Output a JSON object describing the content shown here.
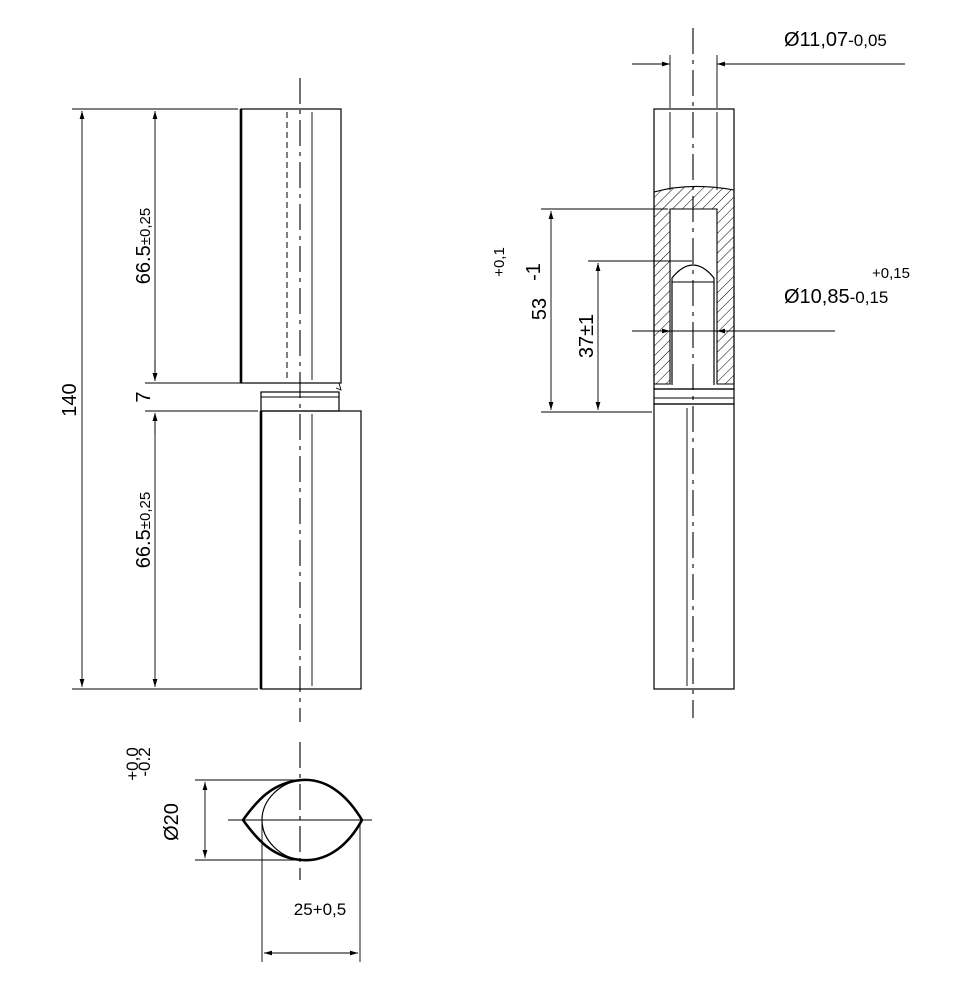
{
  "dimensions": {
    "total_length": "140",
    "upper_length": "66.5",
    "upper_tol": "±0,25",
    "gap": "7",
    "lower_length": "66.5",
    "lower_tol": "±0,25",
    "bore_depth": "53",
    "bore_depth_tol_upper": "+0,1",
    "bore_depth_tol_lower": "-1",
    "pin_depth": "37±1",
    "top_diameter": "Ø11,07",
    "top_diameter_tol": "-0,05",
    "bore_diameter": "Ø10,85",
    "bore_diameter_tol_upper": "+0,15",
    "bore_diameter_tol_lower": "-0,15",
    "section_diameter": "Ø20",
    "section_diameter_tol_upper": "+0,0",
    "section_diameter_tol_lower": "-0.2",
    "section_width": "25+0,5"
  }
}
